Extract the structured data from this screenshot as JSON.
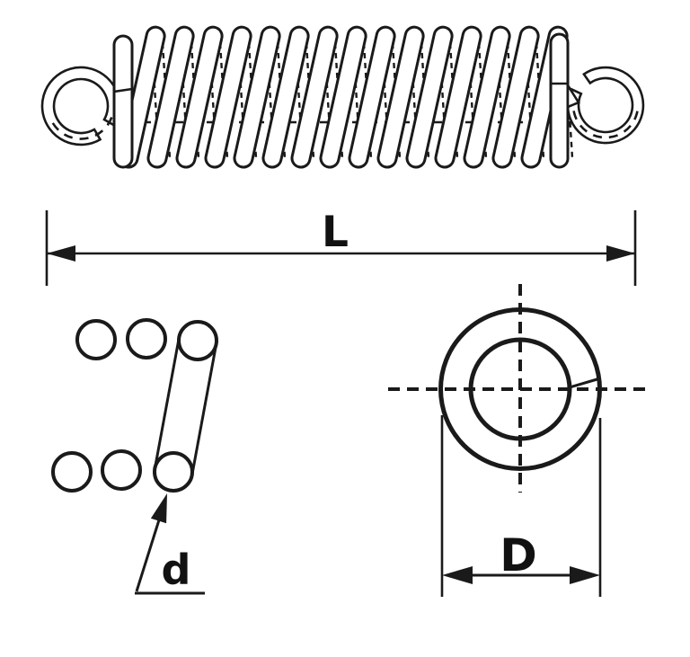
{
  "figure": {
    "background_color": "#ffffff",
    "line_color": "#1a1a1a",
    "labels": {
      "overall_length": "L",
      "wire_diameter": "d",
      "coil_outer_diameter": "D"
    }
  }
}
